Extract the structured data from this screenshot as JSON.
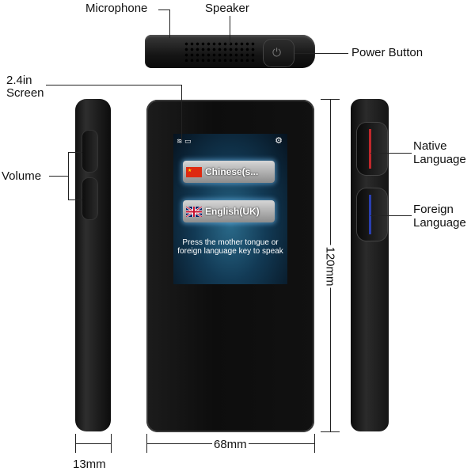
{
  "labels": {
    "microphone": "Microphone",
    "speaker": "Speaker",
    "power_button": "Power Button",
    "screen": "2.4in\nScreen",
    "volume": "Volume",
    "native": "Native\nLanguage",
    "foreign": "Foreign\nLanguage",
    "height": "120mm",
    "width": "68mm",
    "depth": "13mm"
  },
  "screen": {
    "native_lang": "Chinese(s...",
    "foreign_lang": "English(UK)",
    "prompt": "Press the mother tongue or foreign language key to speak"
  },
  "colors": {
    "native_stripe": "#c0282c",
    "foreign_stripe": "#2a3fb0"
  },
  "icons": [
    "wifi-icon",
    "battery-icon",
    "gear-icon",
    "power-icon",
    "chevron-down-icon"
  ]
}
